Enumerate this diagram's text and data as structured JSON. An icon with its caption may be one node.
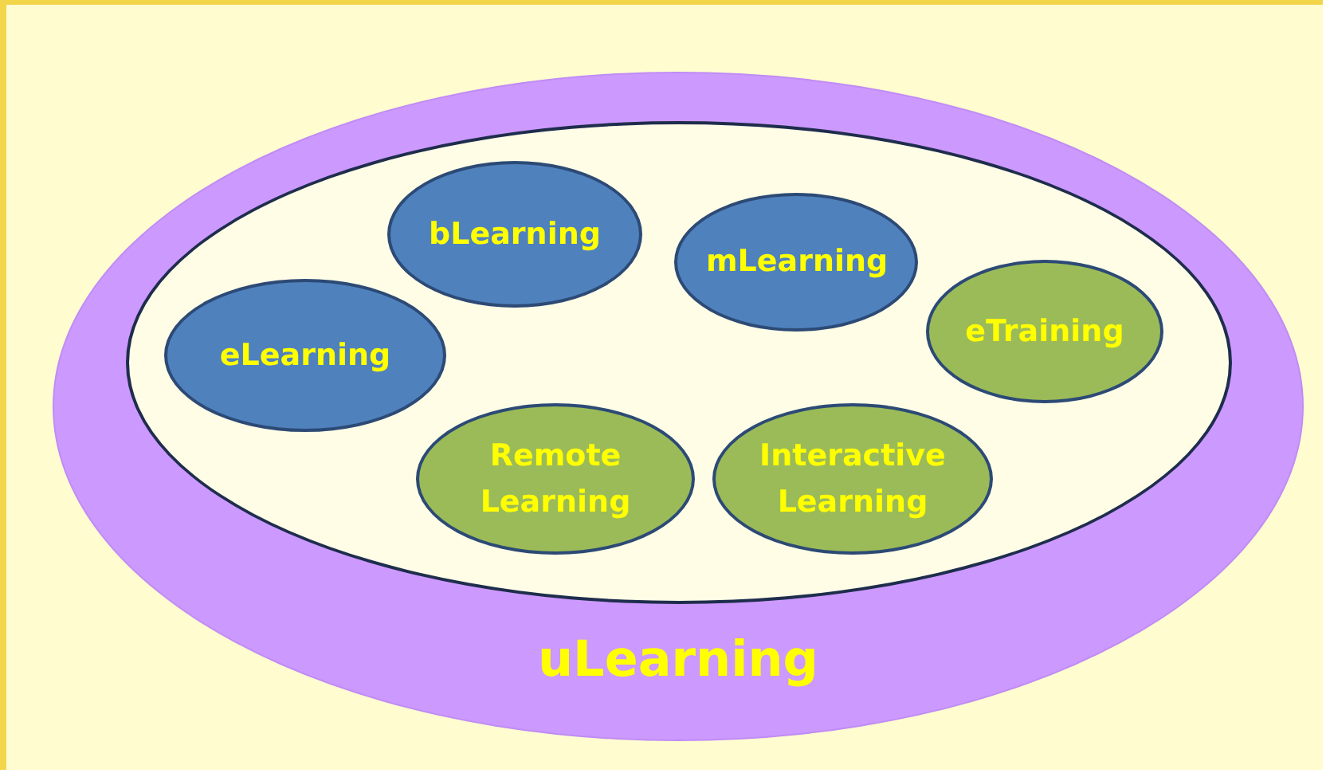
{
  "diagram": {
    "nodes": [
      {
        "text": [
          "uLearning"
        ]
      },
      {
        "text": [],
        "shape": "circle",
        "in": 0
      },
      {
        "text": [
          "bLearning"
        ],
        "in": 1
      },
      {
        "text": [
          "mLearning"
        ],
        "in": 1
      },
      {
        "text": [
          "eLearning"
        ],
        "in": 1
      },
      {
        "text": [
          "eTraining"
        ],
        "in": 1
      },
      {
        "text": [
          "Remote Learning"
        ],
        "in": 1
      },
      {
        "text": [
          "Interactive Learning"
        ],
        "in": 1
      }
    ]
  }
}
